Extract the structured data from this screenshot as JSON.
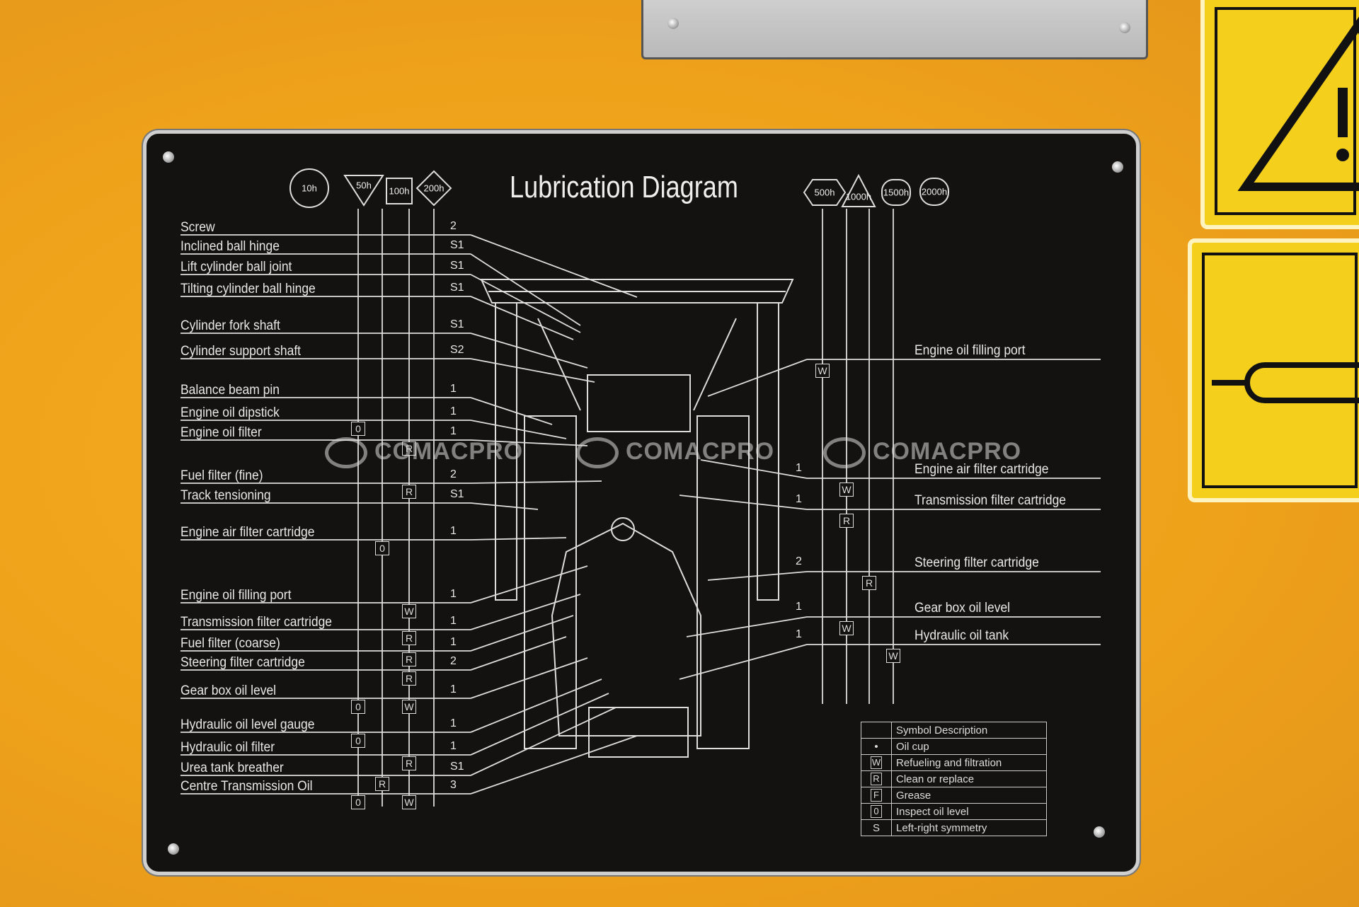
{
  "title": "Lubrication Diagram",
  "intervals_left": [
    "10h",
    "50h",
    "100h",
    "200h"
  ],
  "intervals_right": [
    "500h",
    "1000h",
    "1500h",
    "2000h"
  ],
  "left_points": [
    {
      "label": "Screw",
      "qty": "2"
    },
    {
      "label": "Inclined ball hinge",
      "qty": "S1"
    },
    {
      "label": "Lift cylinder ball joint",
      "qty": "S1"
    },
    {
      "label": "Tilting cylinder ball hinge",
      "qty": "S1"
    },
    {
      "label": "Cylinder fork shaft",
      "qty": "S1"
    },
    {
      "label": "Cylinder support shaft",
      "qty": "S2"
    },
    {
      "label": "Balance beam pin",
      "qty": "1"
    },
    {
      "label": "Engine oil dipstick",
      "qty": "1",
      "symbols": [
        {
          "col": 0,
          "s": "0"
        }
      ]
    },
    {
      "label": "Engine oil filter",
      "qty": "1",
      "symbols": [
        {
          "col": 2,
          "s": "R"
        }
      ]
    },
    {
      "label": "Fuel filter (fine)",
      "qty": "2",
      "symbols": [
        {
          "col": 2,
          "s": "R"
        }
      ]
    },
    {
      "label": "Track tensioning",
      "qty": "S1"
    },
    {
      "label": "Engine air filter cartridge",
      "qty": "1",
      "symbols": [
        {
          "col": 1,
          "s": "0"
        }
      ]
    },
    {
      "label": "Engine oil filling port",
      "qty": "1",
      "symbols": [
        {
          "col": 2,
          "s": "W"
        }
      ]
    },
    {
      "label": "Transmission filter cartridge",
      "qty": "1",
      "symbols": [
        {
          "col": 2,
          "s": "R"
        }
      ]
    },
    {
      "label": "Fuel filter (coarse)",
      "qty": "1",
      "symbols": [
        {
          "col": 2,
          "s": "R"
        }
      ]
    },
    {
      "label": "Steering filter cartridge",
      "qty": "2",
      "symbols": [
        {
          "col": 2,
          "s": "R"
        }
      ]
    },
    {
      "label": "Gear box oil level",
      "qty": "1",
      "symbols": [
        {
          "col": 0,
          "s": "0"
        },
        {
          "col": 2,
          "s": "W"
        }
      ]
    },
    {
      "label": "Hydraulic oil level gauge",
      "qty": "1",
      "symbols": [
        {
          "col": 0,
          "s": "0"
        }
      ]
    },
    {
      "label": "Hydraulic oil filter",
      "qty": "1",
      "symbols": [
        {
          "col": 2,
          "s": "R"
        }
      ]
    },
    {
      "label": "Urea tank breather",
      "qty": "S1",
      "symbols": [
        {
          "col": 1,
          "s": "R"
        }
      ]
    },
    {
      "label": "Centre Transmission Oil",
      "qty": "3",
      "symbols": [
        {
          "col": 0,
          "s": "0"
        },
        {
          "col": 2,
          "s": "W"
        }
      ]
    }
  ],
  "right_points": [
    {
      "label": "Engine oil filling port",
      "qty": "",
      "symbols": [
        {
          "col": 0,
          "s": "W"
        }
      ]
    },
    {
      "label": "Engine air filter cartridge",
      "qty": "1",
      "symbols": [
        {
          "col": 1,
          "s": "W"
        }
      ]
    },
    {
      "label": "Transmission filter cartridge",
      "qty": "1",
      "symbols": [
        {
          "col": 1,
          "s": "R"
        }
      ]
    },
    {
      "label": "Steering filter cartridge",
      "qty": "2",
      "symbols": [
        {
          "col": 2,
          "s": "R"
        }
      ]
    },
    {
      "label": "Gear box oil level",
      "qty": "1",
      "symbols": [
        {
          "col": 1,
          "s": "W"
        }
      ]
    },
    {
      "label": "Hydraulic oil tank",
      "qty": "1",
      "symbols": [
        {
          "col": 3,
          "s": "W"
        }
      ]
    }
  ],
  "legend": {
    "header": "Symbol Description",
    "rows": [
      {
        "symbol": "•",
        "desc": "Oil cup"
      },
      {
        "symbol": "W",
        "desc": "Refueling and filtration"
      },
      {
        "symbol": "R",
        "desc": "Clean or replace"
      },
      {
        "symbol": "F",
        "desc": "Grease"
      },
      {
        "symbol": "0",
        "desc": "Inspect oil level"
      },
      {
        "symbol": "S",
        "desc": "Left-right symmetry"
      }
    ]
  },
  "watermark": "COMACPRO"
}
